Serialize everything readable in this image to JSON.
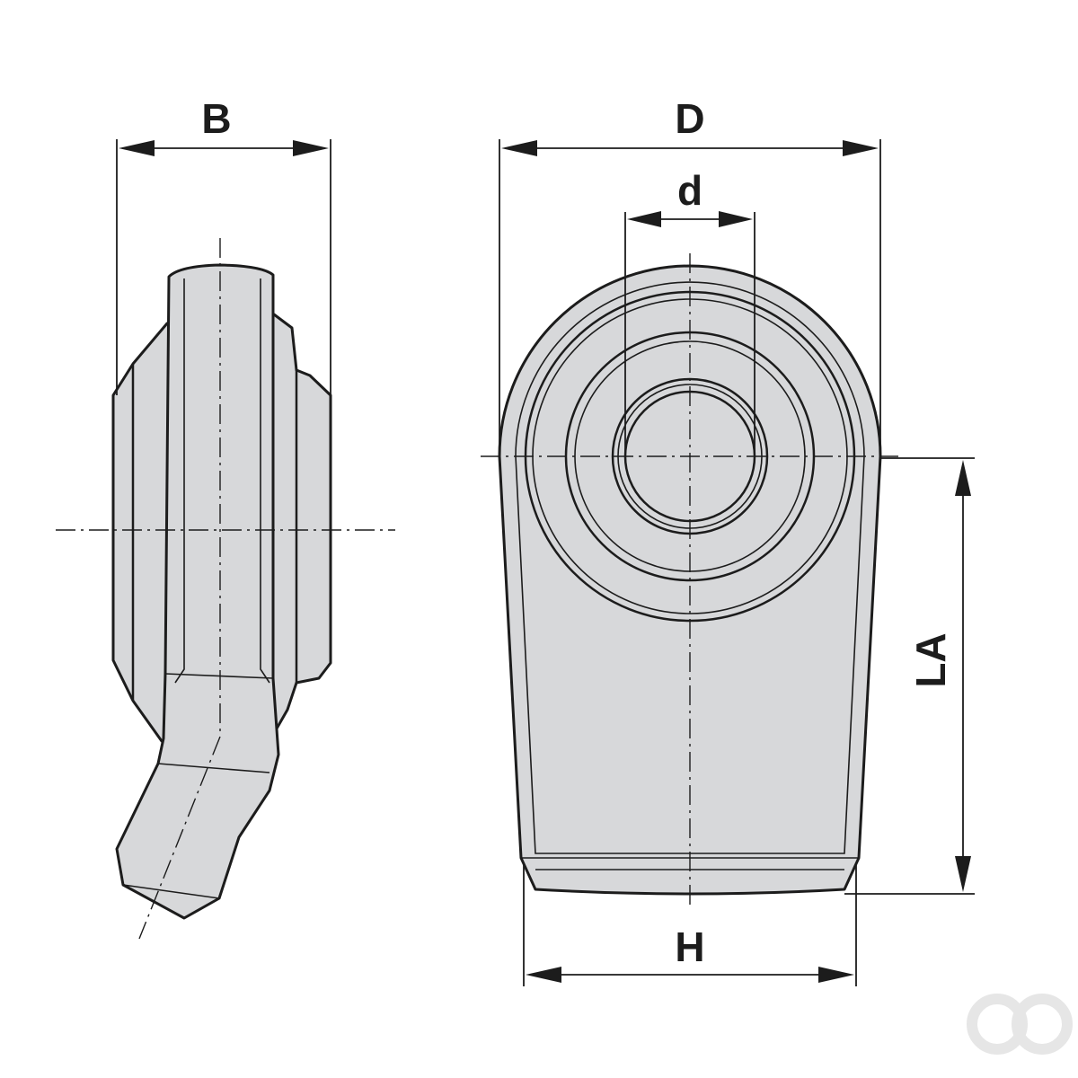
{
  "dimensions": {
    "b": "B",
    "d_upper": "D",
    "d_lower": "d",
    "h": "H",
    "la": "LA"
  },
  "colors": {
    "part_fill": "#d7d8da",
    "line": "#1c1c1c",
    "watermark": "#e6e6e6"
  },
  "icons": {
    "watermark": "brand-logo-watermark"
  }
}
